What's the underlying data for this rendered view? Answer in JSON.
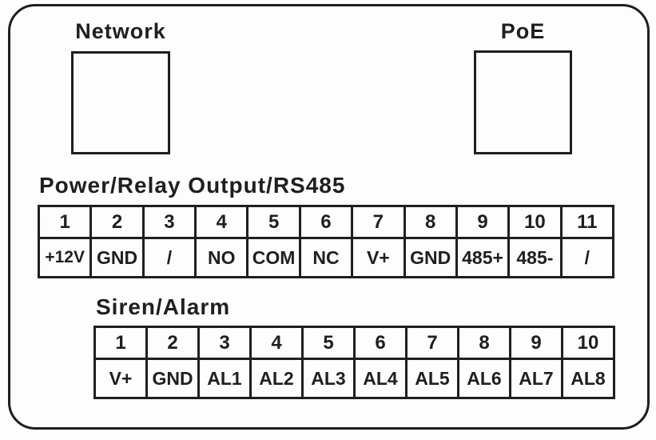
{
  "ports": {
    "network": {
      "label": "Network"
    },
    "poe": {
      "label": "PoE"
    }
  },
  "power_table": {
    "title": "Power/Relay Output/RS485",
    "pins": [
      "1",
      "2",
      "3",
      "4",
      "5",
      "6",
      "7",
      "8",
      "9",
      "10",
      "11"
    ],
    "labels": [
      "+12V",
      "GND",
      "/",
      "NO",
      "COM",
      "NC",
      "V+",
      "GND",
      "485+",
      "485-",
      "/"
    ]
  },
  "siren_table": {
    "title": "Siren/Alarm",
    "pins": [
      "1",
      "2",
      "3",
      "4",
      "5",
      "6",
      "7",
      "8",
      "9",
      "10"
    ],
    "labels": [
      "V+",
      "GND",
      "AL1",
      "AL2",
      "AL3",
      "AL4",
      "AL5",
      "AL6",
      "AL7",
      "AL8"
    ]
  },
  "colors": {
    "line": "#1f1f1f",
    "background": "#fdfdfd"
  }
}
